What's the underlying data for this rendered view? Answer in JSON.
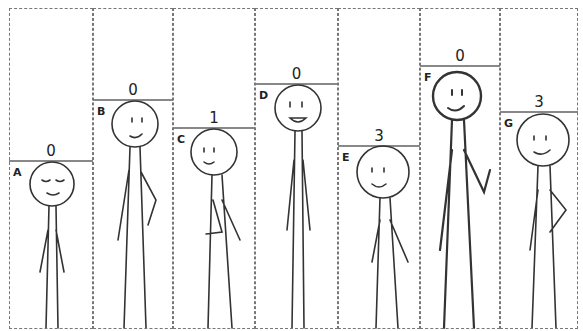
{
  "diagram": {
    "nodes": [
      {
        "text": [
          "0",
          "A"
        ]
      },
      {
        "text": [
          "0",
          "B"
        ]
      },
      {
        "text": [
          "1",
          "C"
        ]
      },
      {
        "text": [
          "0",
          "D"
        ]
      },
      {
        "text": [
          "3",
          "E"
        ]
      },
      {
        "text": [
          "0",
          "F"
        ]
      },
      {
        "text": [
          "3",
          "G"
        ]
      }
    ]
  }
}
